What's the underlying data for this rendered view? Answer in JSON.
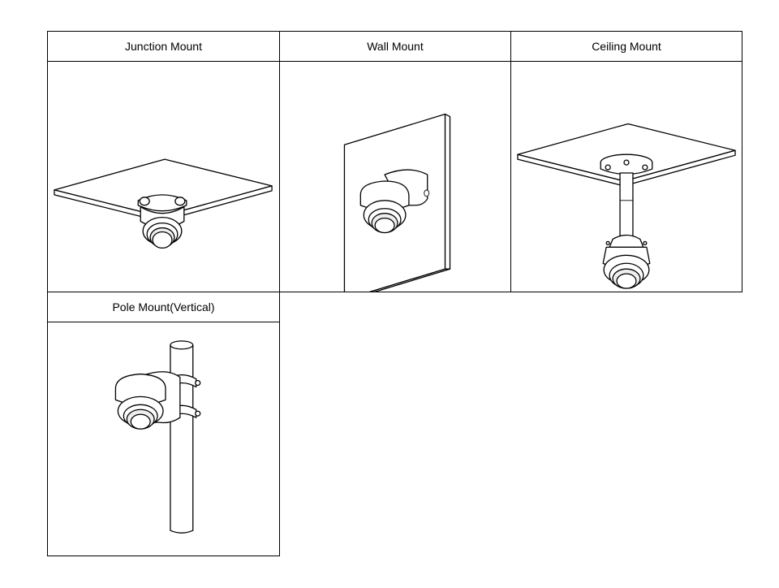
{
  "mounts": [
    {
      "label": "Junction Mount",
      "icon": "junction-mount-illustration"
    },
    {
      "label": "Wall Mount",
      "icon": "wall-mount-illustration"
    },
    {
      "label": "Ceiling Mount",
      "icon": "ceiling-mount-illustration"
    },
    {
      "label": "Pole Mount(Vertical)",
      "icon": "pole-mount-illustration"
    }
  ]
}
